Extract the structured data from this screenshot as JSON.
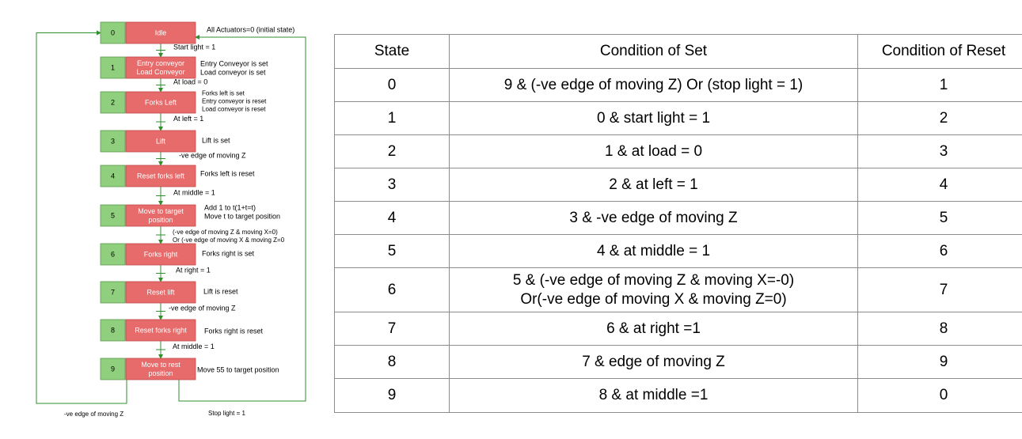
{
  "diagram": {
    "states": [
      {
        "num": "0",
        "action": [
          "Idle"
        ]
      },
      {
        "num": "1",
        "action": [
          "Entry conveyor",
          "Load Conveyor"
        ]
      },
      {
        "num": "2",
        "action": [
          "Forks Left"
        ]
      },
      {
        "num": "3",
        "action": [
          "Lift"
        ]
      },
      {
        "num": "4",
        "action": [
          "Reset forks left"
        ]
      },
      {
        "num": "5",
        "action": [
          "Move to target",
          "position"
        ]
      },
      {
        "num": "6",
        "action": [
          "Forks right"
        ]
      },
      {
        "num": "7",
        "action": [
          "Reset lift"
        ]
      },
      {
        "num": "8",
        "action": [
          "Reset forks right"
        ]
      },
      {
        "num": "9",
        "action": [
          "Move to rest",
          "position"
        ]
      }
    ],
    "notes": [
      [
        "All Actuators=0 (initial state)"
      ],
      [
        "Entry Conveyor is set",
        "Load conveyor is set"
      ],
      [
        "Forks left is set",
        "Entry conveyor is reset",
        "Load conveyor is reset"
      ],
      [
        "Lift is set"
      ],
      [
        "Forks left is reset"
      ],
      [
        "Add 1 to t(1+t=t)",
        "Move t to target position"
      ],
      [
        "Forks right is set"
      ],
      [
        "Lift is reset"
      ],
      [
        "Forks right is reset"
      ],
      [
        "Move 55 to target position"
      ]
    ],
    "transitions": [
      [
        "Start light = 1"
      ],
      [
        "At load = 0"
      ],
      [
        "At left = 1"
      ],
      [
        "-ve edge of moving Z"
      ],
      [
        "At middle = 1"
      ],
      [
        "(-ve edge of moving Z & moving X=0)",
        "Or (-ve edge of moving X & moving Z=0"
      ],
      [
        "At right = 1"
      ],
      [
        "-ve edge of moving Z"
      ],
      [
        "At middle = 1"
      ]
    ],
    "loop_left_label": "-ve edge of moving Z",
    "loop_right_label": "Stop light = 1"
  },
  "table": {
    "headers": [
      "State",
      "Condition of Set",
      "Condition of Reset"
    ],
    "rows": [
      {
        "state": "0",
        "set": [
          "9 & (-ve edge of moving Z) Or (stop light = 1)"
        ],
        "reset": "1"
      },
      {
        "state": "1",
        "set": [
          "0 & start light = 1"
        ],
        "reset": "2"
      },
      {
        "state": "2",
        "set": [
          "1 & at load = 0"
        ],
        "reset": "3"
      },
      {
        "state": "3",
        "set": [
          "2 & at left = 1"
        ],
        "reset": "4"
      },
      {
        "state": "4",
        "set": [
          "3 & -ve edge of moving Z"
        ],
        "reset": "5"
      },
      {
        "state": "5",
        "set": [
          "4 & at middle = 1"
        ],
        "reset": "6"
      },
      {
        "state": "6",
        "set": [
          "5 & (-ve edge of moving Z & moving X=-0)",
          "Or(-ve edge of moving X & moving Z=0)"
        ],
        "reset": "7"
      },
      {
        "state": "7",
        "set": [
          "6 & at right =1"
        ],
        "reset": "8"
      },
      {
        "state": "8",
        "set": [
          "7 & edge of moving Z"
        ],
        "reset": "9"
      },
      {
        "state": "9",
        "set": [
          "8 & at middle =1"
        ],
        "reset": "0"
      }
    ]
  },
  "colors": {
    "state_number": "#8fcf7e",
    "state_action": "#e76b6b",
    "flow_line": "#2f8f2f",
    "grid": "#8c8c8c"
  }
}
